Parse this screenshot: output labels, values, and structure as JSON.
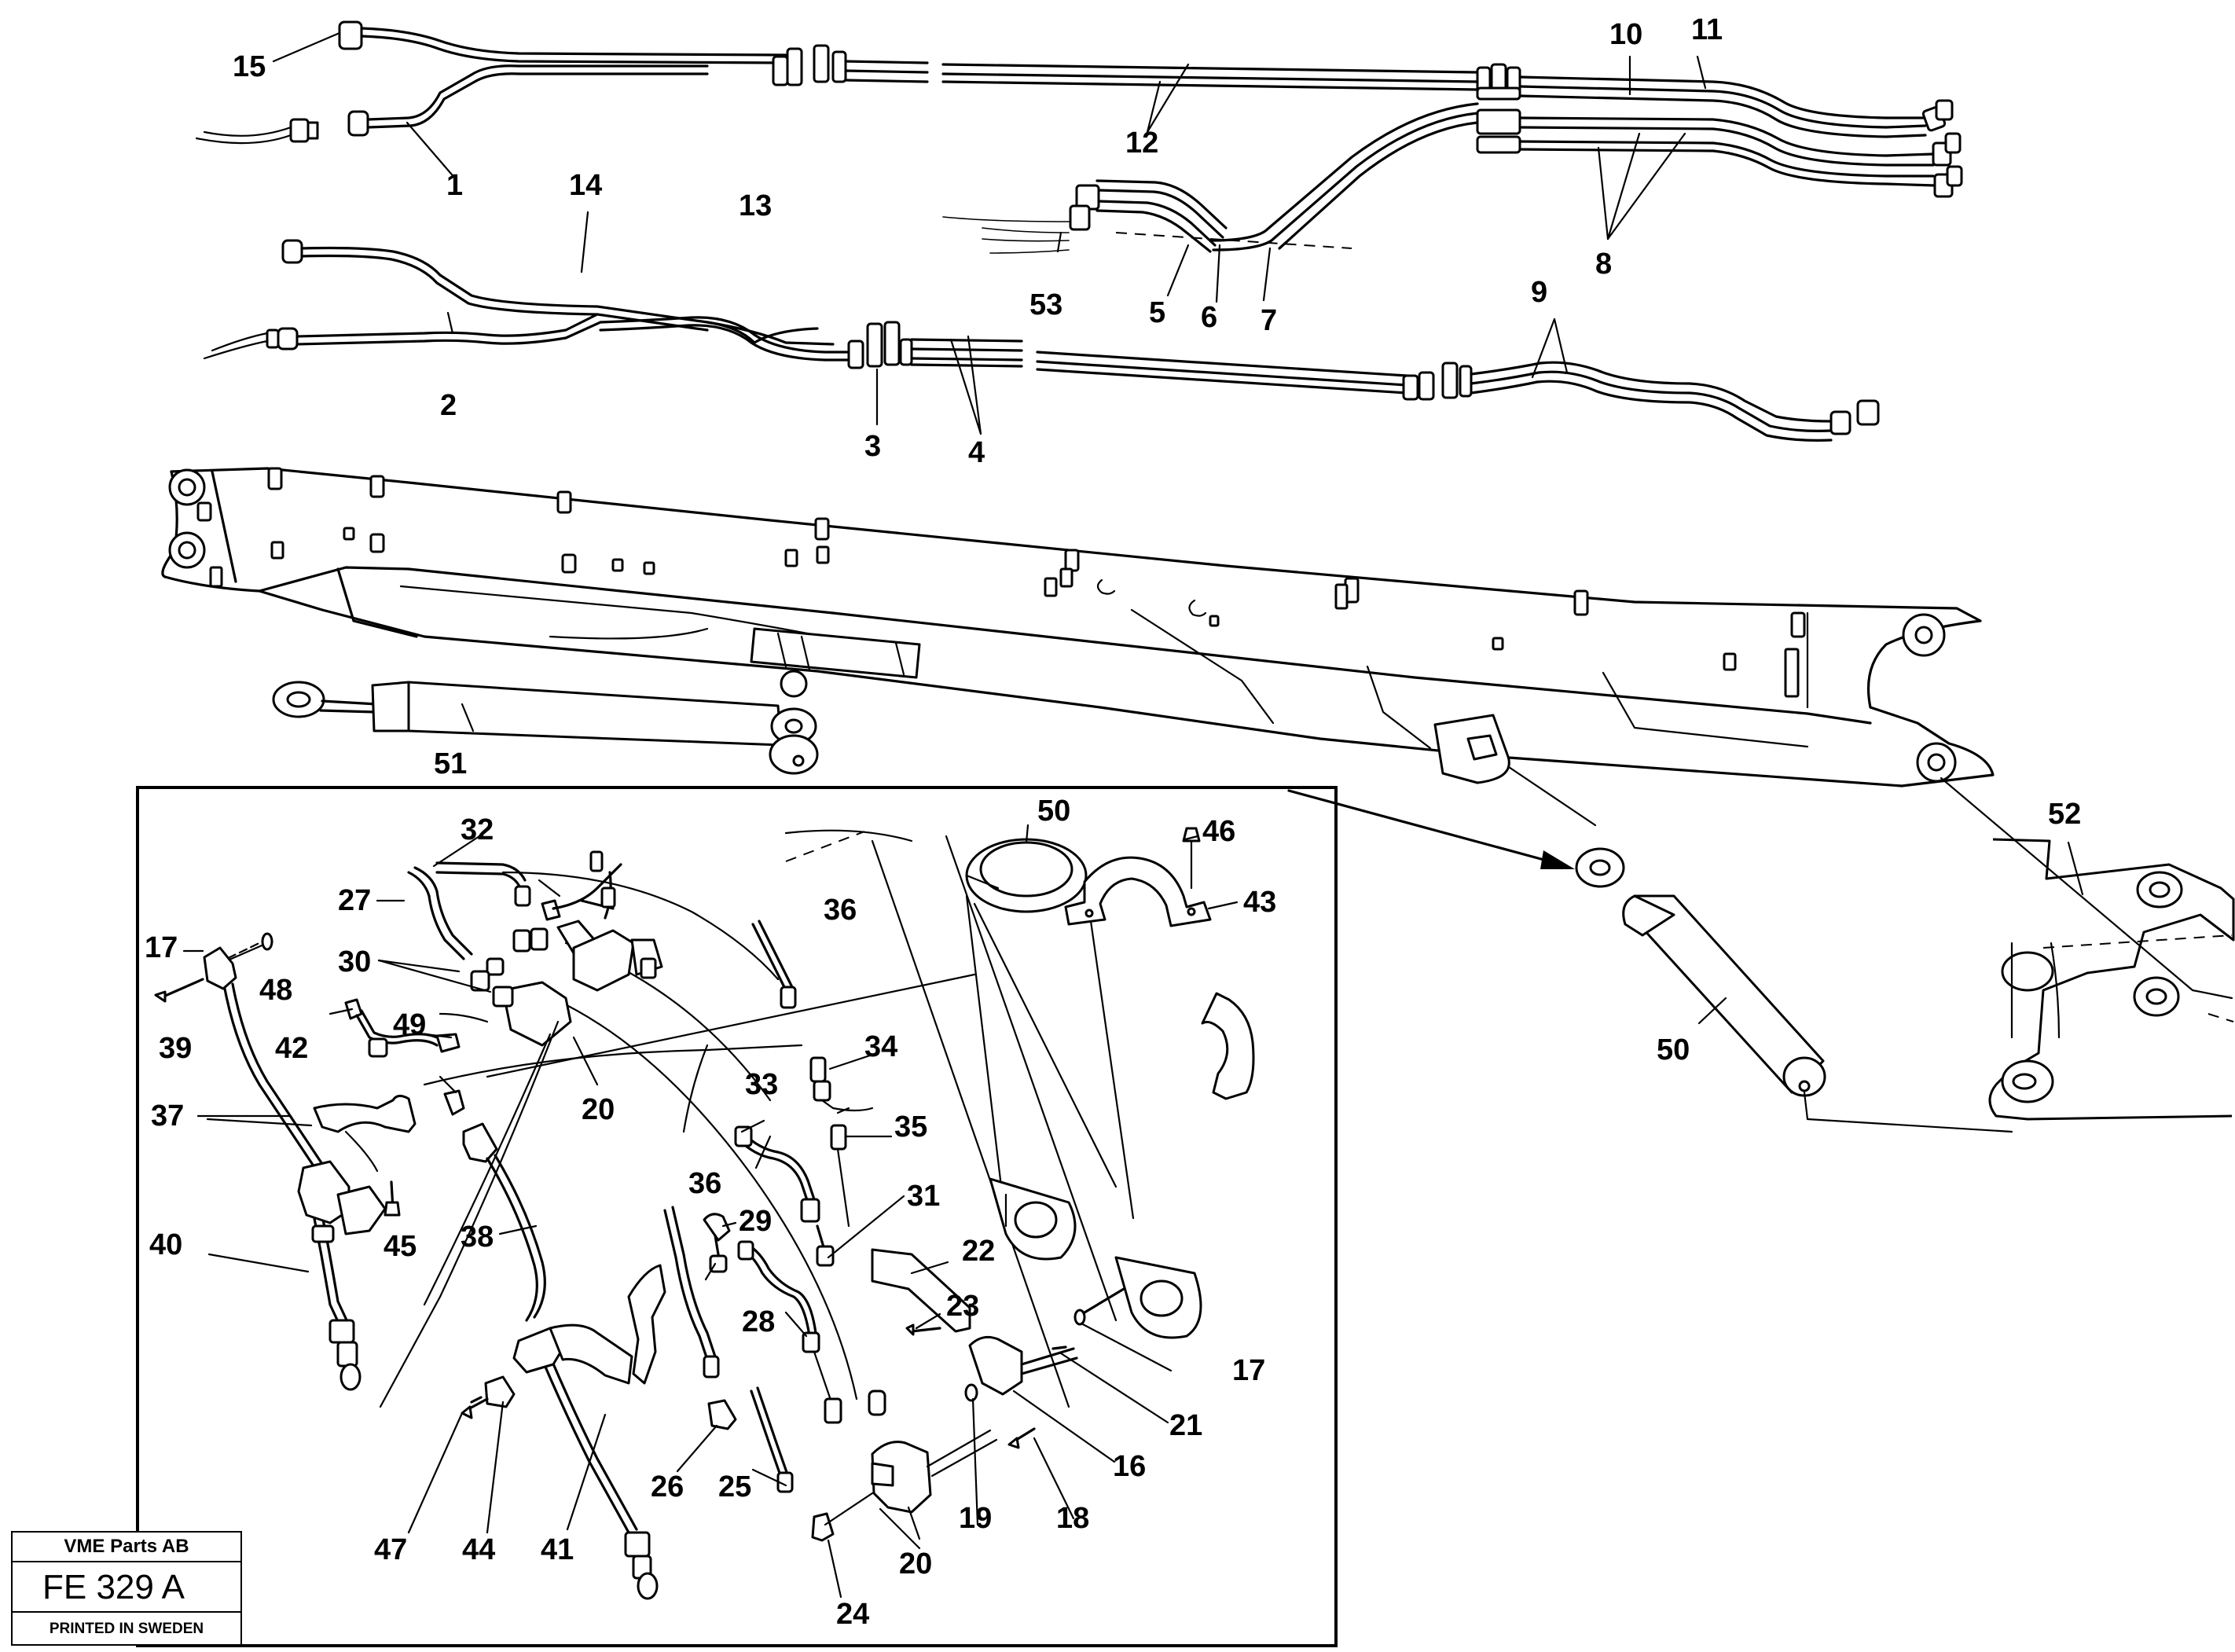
{
  "labels": {
    "l1": "1",
    "l2": "2",
    "l3": "3",
    "l4": "4",
    "l5": "5",
    "l6": "6",
    "l7": "7",
    "l8": "8",
    "l9": "9",
    "l10": "10",
    "l11": "11",
    "l12": "12",
    "l13": "13",
    "l14": "14",
    "l15": "15",
    "l16": "16",
    "l17a": "17",
    "l17b": "17",
    "l18": "18",
    "l19": "19",
    "l20a": "20",
    "l20b": "20",
    "l21": "21",
    "l22": "22",
    "l23": "23",
    "l24": "24",
    "l25": "25",
    "l26": "26",
    "l27": "27",
    "l28": "28",
    "l29": "29",
    "l30": "30",
    "l31": "31",
    "l32": "32",
    "l33": "33",
    "l34": "34",
    "l35": "35",
    "l36a": "36",
    "l36b": "36",
    "l37": "37",
    "l38": "38",
    "l39": "39",
    "l40": "40",
    "l41": "41",
    "l42": "42",
    "l43": "43",
    "l44": "44",
    "l45": "45",
    "l46": "46",
    "l47": "47",
    "l48": "48",
    "l49": "49",
    "l50a": "50",
    "l50b": "50",
    "l51": "51",
    "l52": "52",
    "l53": "53"
  },
  "title_block": {
    "company": "VME Parts AB",
    "code": "FE 329 A",
    "printed": "PRINTED IN SWEDEN"
  }
}
